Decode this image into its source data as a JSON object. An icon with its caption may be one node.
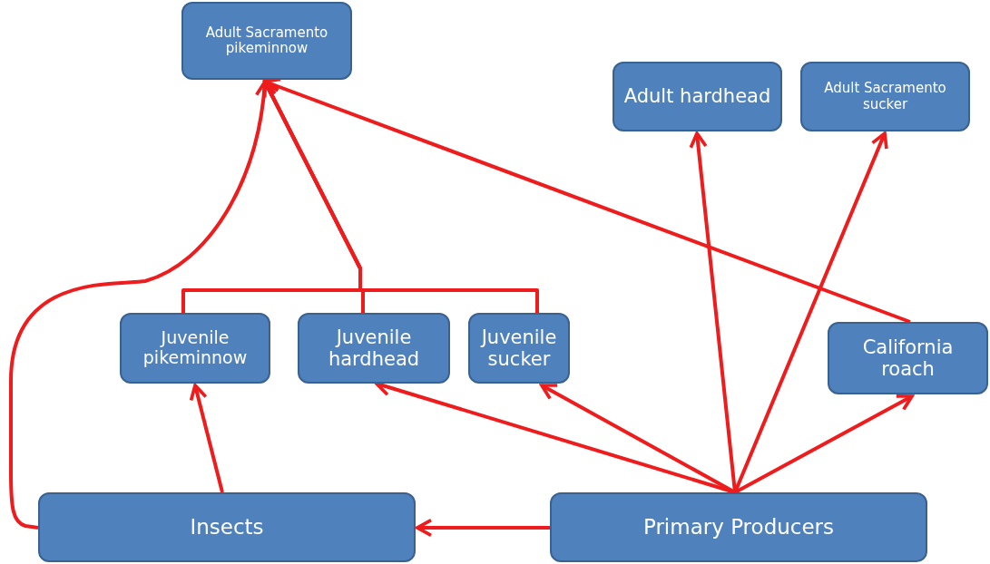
{
  "diagram": {
    "nodes": [
      {
        "text": [
          "Adult Sacramento pikeminnow"
        ]
      },
      {
        "text": [
          "Adult hardhead"
        ]
      },
      {
        "text": [
          "Adult Sacramento sucker"
        ]
      },
      {
        "text": [
          "Juvenile pikeminnow"
        ]
      },
      {
        "text": [
          "Juvenile hardhead"
        ]
      },
      {
        "text": [
          "Juvenile sucker"
        ]
      },
      {
        "text": [
          "California roach"
        ]
      },
      {
        "text": [
          "Insects"
        ]
      },
      {
        "text": [
          "Primary Producers"
        ]
      }
    ],
    "edges": [
      {
        "from": 7,
        "to": 0,
        "arrow": "to"
      },
      {
        "from": 3,
        "to": 0,
        "arrow": "to"
      },
      {
        "from": 4,
        "to": 0,
        "arrow": "to"
      },
      {
        "from": 5,
        "to": 0,
        "arrow": "to"
      },
      {
        "from": 6,
        "to": 0,
        "arrow": "to"
      },
      {
        "from": 7,
        "to": 3,
        "arrow": "to"
      },
      {
        "from": 8,
        "to": 7,
        "arrow": "to"
      },
      {
        "from": 8,
        "to": 4,
        "arrow": "to"
      },
      {
        "from": 8,
        "to": 5,
        "arrow": "to"
      },
      {
        "from": 8,
        "to": 6,
        "arrow": "to"
      },
      {
        "from": 8,
        "to": 1,
        "arrow": "to"
      },
      {
        "from": 8,
        "to": 2,
        "arrow": "to"
      }
    ]
  }
}
